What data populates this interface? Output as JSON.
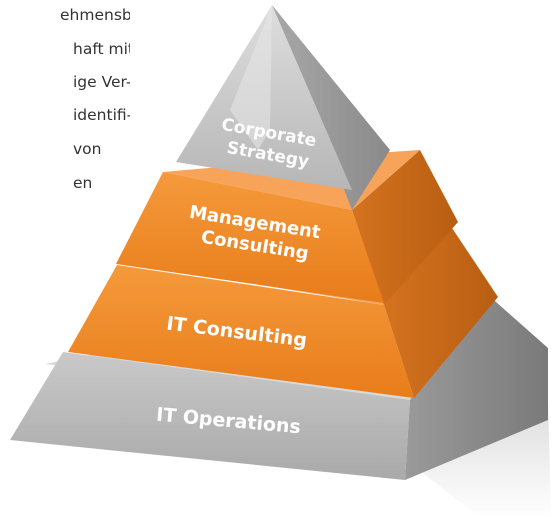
{
  "intro_text": {
    "lines": [
      "ehmensbe-",
      "haft mit",
      "ige Ver-",
      "identifi-",
      "von",
      "en"
    ]
  },
  "pyramid": {
    "levels": [
      {
        "lines": [
          "Corporate",
          "Strategy"
        ],
        "color": "#c4c4c4"
      },
      {
        "lines": [
          "Management",
          "Consulting"
        ],
        "color": "#f08a24"
      },
      {
        "lines": [
          "IT Consulting"
        ],
        "color": "#f08a24"
      },
      {
        "lines": [
          "IT Operations"
        ],
        "color": "#bdbdbd"
      }
    ]
  },
  "colors": {
    "orange_front": "#f08a24",
    "orange_side": "#c9661a",
    "gray_front": "#c4c4c4",
    "gray_side": "#8e8e8e"
  }
}
